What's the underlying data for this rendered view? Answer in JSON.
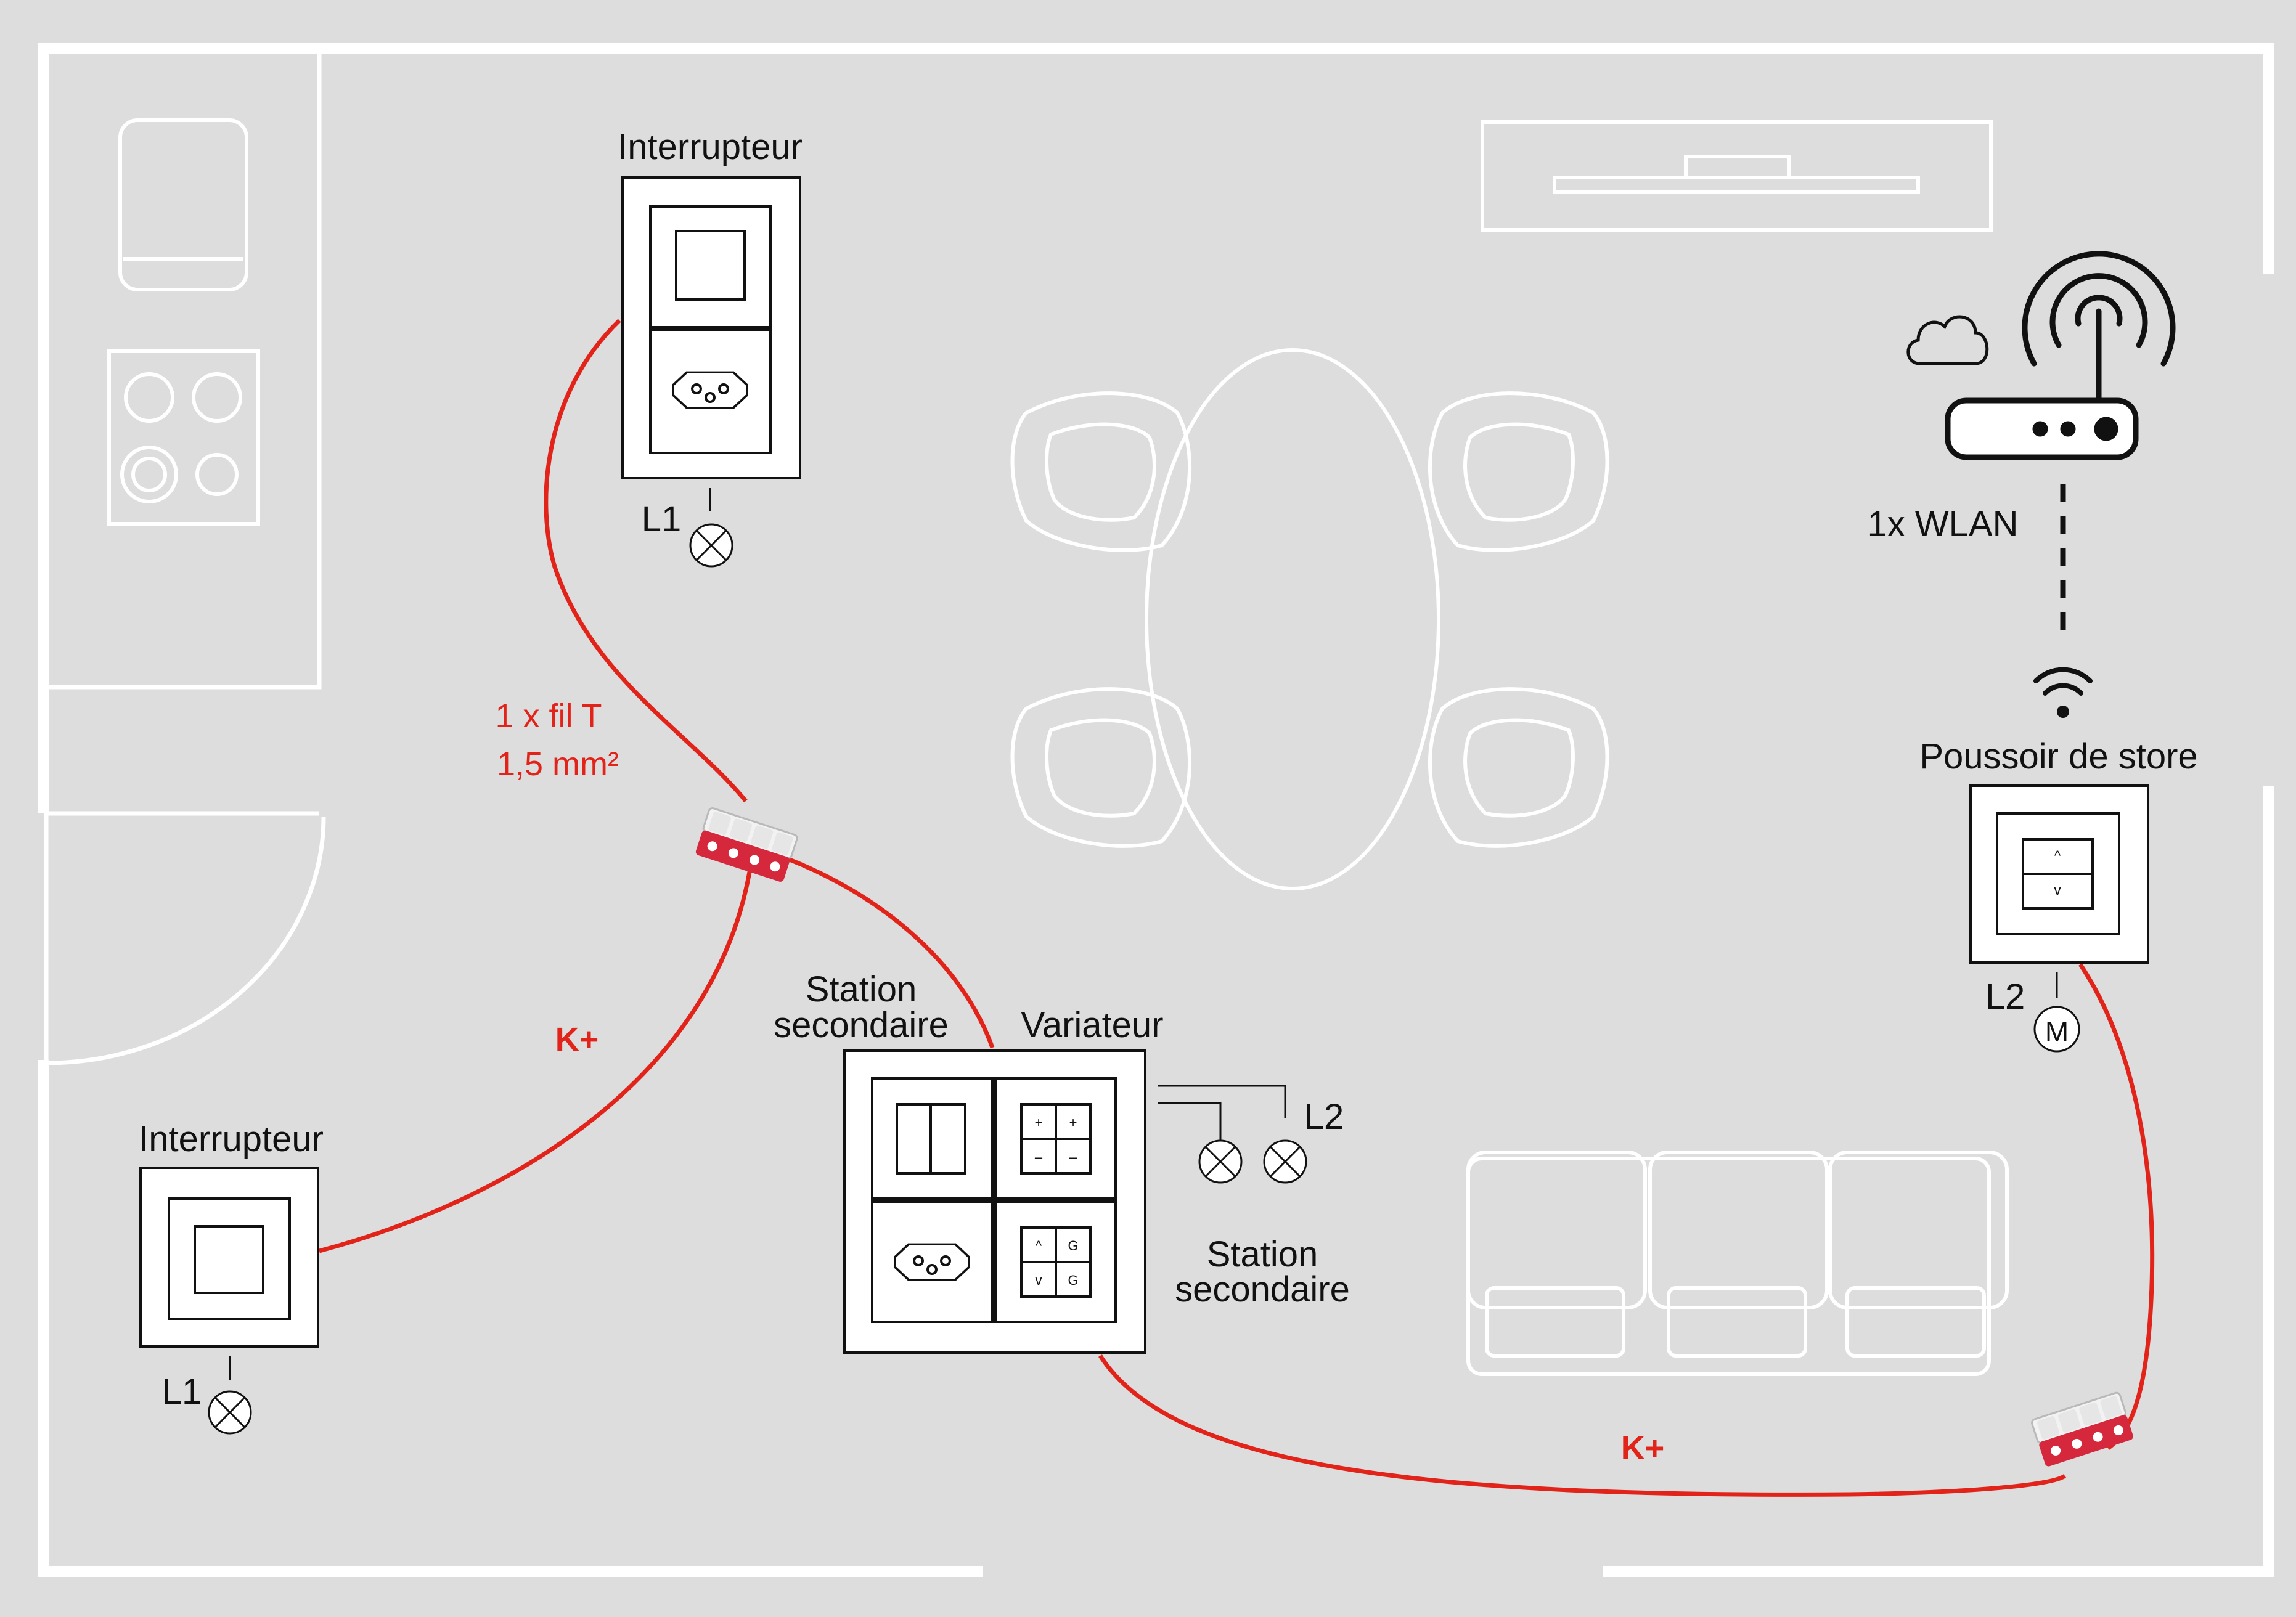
{
  "colors": {
    "background": "#dcdddc",
    "wall": "#ffffff",
    "wire": "#e2231a",
    "ink": "#111111",
    "connector": "#d6283c"
  },
  "labels": {
    "switch_top": "Interrupteur",
    "switch_left": "Interrupteur",
    "l1_top": "L1",
    "l1_left": "L1",
    "wire_line1": "1 x fil T",
    "wire_line2": "1,5 mm²",
    "k_plus_left": "K+",
    "k_plus_bottom": "K+",
    "secondary_top_line1": "Station",
    "secondary_top_line2": "secondaire",
    "dimmer": "Variateur",
    "l2_dimmer": "L2",
    "secondary_right_line1": "Station",
    "secondary_right_line2": "secondaire",
    "wlan": "1x WLAN",
    "blind_pusher": "Poussoir de store",
    "l2_blind": "L2",
    "motor_symbol": "M"
  },
  "icons": {
    "router": "wifi-router-icon",
    "cloud": "cloud-icon",
    "wifi": "wifi-signal-icon",
    "lamp": "lamp-symbol-icon",
    "motor": "motor-symbol-icon",
    "connector": "wire-connector-icon",
    "socket": "swiss-socket-icon"
  },
  "button_glyphs": {
    "dimmer_keys": [
      "+",
      "+",
      "–",
      "–"
    ],
    "blind_keys": [
      "^",
      "G",
      "v",
      "G"
    ],
    "blind_pusher_keys": [
      "^",
      "v"
    ]
  }
}
